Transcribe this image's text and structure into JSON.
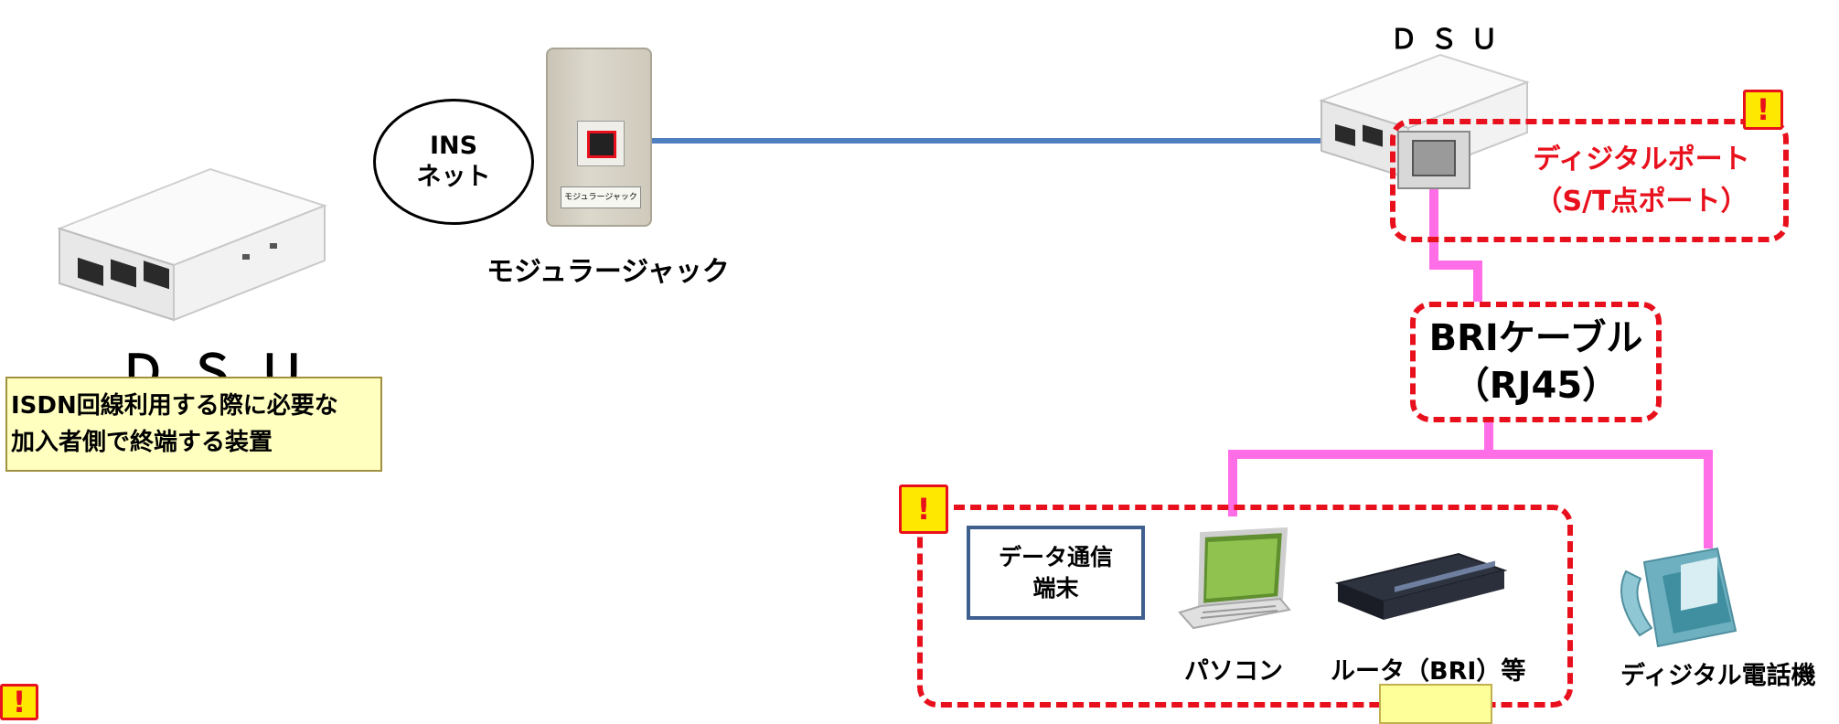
{
  "dsu_left": {
    "title": "ＤＳＵ",
    "note_line1": "ISDN回線利用する際に必要な",
    "note_line2": "加入者側で終端する装置"
  },
  "ins_net": {
    "line1": "INS",
    "line2": "ネット"
  },
  "modular_jack": {
    "label": "モジュラージャック",
    "plate_text": "モジュラージャック"
  },
  "dsu_right": {
    "title": "ＤＳＵ"
  },
  "digital_port": {
    "line1": "ディジタルポート",
    "line2": "（S/T点ポート）",
    "alert": "!"
  },
  "bri_cable": {
    "line1": "BRIケーブル",
    "line2": "（RJ45）"
  },
  "terminals": {
    "alert": "!",
    "data_terminal_line1": "データ通信",
    "data_terminal_line2": "端末",
    "pc_label": "パソコン",
    "router_label": "ルータ（BRI）等",
    "phone_label": "ディジタル電話機"
  },
  "bottom_alert": "!",
  "colors": {
    "alert_red": "#e8101c",
    "cable_pink": "#ff6ee6",
    "line_blue": "#4f7fbf",
    "alert_yellow": "#ffe800"
  }
}
